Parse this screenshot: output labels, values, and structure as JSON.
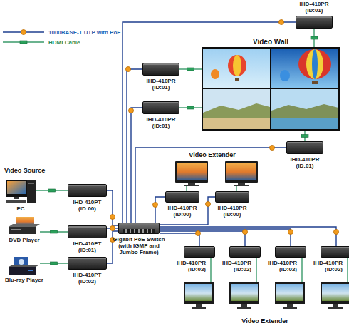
{
  "diagram": {
    "nodes": [
      {
        "text": [
          "PC"
        ]
      },
      {
        "text": [
          "DVD Player"
        ]
      },
      {
        "text": [
          "Blu-ray Player"
        ]
      },
      {
        "text": [
          "IHD-410PT",
          "(ID:00)"
        ]
      },
      {
        "text": [
          "IHD-410PT",
          "(ID:01)"
        ]
      },
      {
        "text": [
          "IHD-410PT",
          "(ID:02)"
        ]
      },
      {
        "text": [
          "Gigabit PoE Switch (with IGMP and Jumbo Frame)"
        ]
      },
      {
        "text": [
          "Video Wall"
        ]
      },
      {
        "text": [
          "IHD-410PR",
          "(ID:01)"
        ]
      },
      {
        "text": [
          "IHD-410PR",
          "(ID:01)"
        ]
      },
      {
        "text": [
          "IHD-410PR",
          "(ID:01)"
        ]
      },
      {
        "text": [
          "IHD-410PR",
          "(ID:01)"
        ]
      },
      {
        "text": [
          "IHD-410PR",
          "(ID:00)"
        ]
      },
      {
        "text": [
          "IHD-410PR",
          "(ID:00)"
        ]
      },
      {
        "text": [
          "IHD-410PR",
          "(ID:02)"
        ]
      },
      {
        "text": [
          "IHD-410PR",
          "(ID:02)"
        ]
      },
      {
        "text": [
          "IHD-410PR",
          "(ID:02)"
        ]
      },
      {
        "text": [
          "IHD-410PR",
          "(ID:02)"
        ]
      }
    ],
    "edges": [
      {
        "from": 0,
        "to": 3,
        "arrow": "none"
      },
      {
        "from": 1,
        "to": 4,
        "arrow": "none"
      },
      {
        "from": 2,
        "to": 5,
        "arrow": "none"
      },
      {
        "from": 3,
        "to": 6,
        "arrow": "none"
      },
      {
        "from": 4,
        "to": 6,
        "arrow": "none"
      },
      {
        "from": 5,
        "to": 6,
        "arrow": "none"
      },
      {
        "from": 6,
        "to": 8,
        "arrow": "none"
      },
      {
        "from": 6,
        "to": 9,
        "arrow": "none"
      },
      {
        "from": 6,
        "to": 10,
        "arrow": "none"
      },
      {
        "from": 6,
        "to": 11,
        "arrow": "none"
      },
      {
        "from": 6,
        "to": 12,
        "arrow": "none"
      },
      {
        "from": 6,
        "to": 13,
        "arrow": "none"
      },
      {
        "from": 6,
        "to": 14,
        "arrow": "none"
      },
      {
        "from": 6,
        "to": 15,
        "arrow": "none"
      },
      {
        "from": 6,
        "to": 16,
        "arrow": "none"
      },
      {
        "from": 6,
        "to": 17,
        "arrow": "none"
      },
      {
        "from": 8,
        "to": 7,
        "arrow": "none"
      },
      {
        "from": 9,
        "to": 7,
        "arrow": "none"
      },
      {
        "from": 10,
        "to": 7,
        "arrow": "none"
      },
      {
        "from": 11,
        "to": 7,
        "arrow": "none"
      }
    ],
    "labels": [
      "Video Source",
      "Video Extender",
      "Video Extender"
    ],
    "legend": [
      {
        "text": "1000BASE-T UTP with PoE"
      },
      {
        "text": "HDMI Cable"
      }
    ]
  }
}
